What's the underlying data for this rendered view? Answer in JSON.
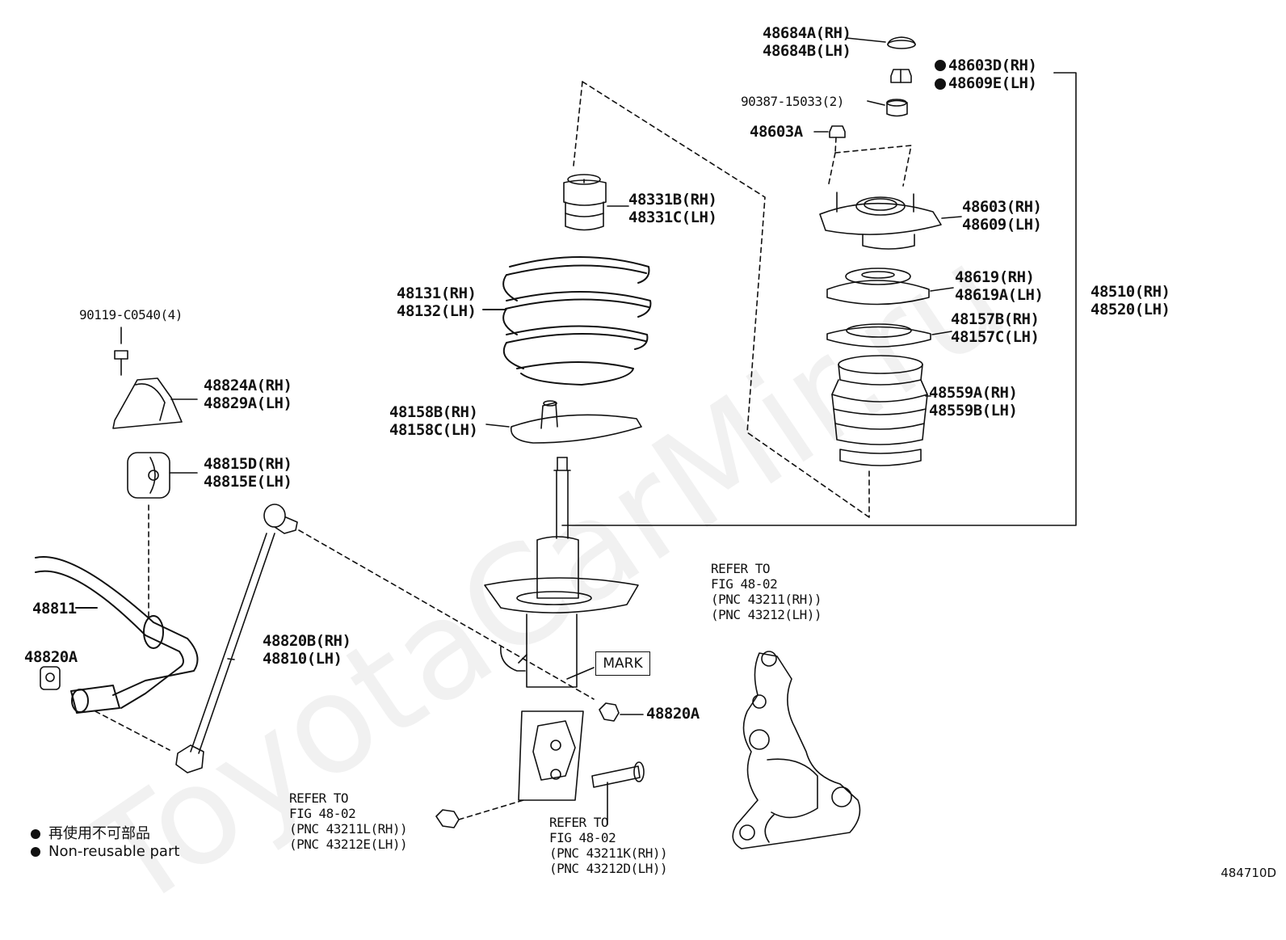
{
  "labels": {
    "p48684": [
      "48684A(RH)",
      "48684B(LH)"
    ],
    "p48603d": [
      "48603D(RH)",
      "48609E(LH)"
    ],
    "p90387": "90387-15033(2)",
    "p48603a": "48603A",
    "p48331": [
      "48331B(RH)",
      "48331C(LH)"
    ],
    "p48603": [
      "48603(RH)",
      "48609(LH)"
    ],
    "p48619": [
      "48619(RH)",
      "48619A(LH)"
    ],
    "p48510": [
      "48510(RH)",
      "48520(LH)"
    ],
    "p48131": [
      "48131(RH)",
      "48132(LH)"
    ],
    "p48157": [
      "48157B(RH)",
      "48157C(LH)"
    ],
    "p90119": "90119-C0540(4)",
    "p48824": [
      "48824A(RH)",
      "48829A(LH)"
    ],
    "p48559": [
      "48559A(RH)",
      "48559B(LH)"
    ],
    "p48158": [
      "48158B(RH)",
      "48158C(LH)"
    ],
    "p48815": [
      "48815D(RH)",
      "48815E(LH)"
    ],
    "p48811": "48811",
    "p48820b": [
      "48820B(RH)",
      "48810(LH)"
    ],
    "p48820a_left": "48820A",
    "p48820a_right": "48820A",
    "mark": "MARK"
  },
  "refs": {
    "knuckle": [
      "REFER TO",
      "FIG 48-02",
      "(PNC 43211(RH))",
      "(PNC 43212(LH))"
    ],
    "nut": [
      "REFER TO",
      "FIG 48-02",
      "(PNC 43211L(RH))",
      "(PNC 43212E(LH))"
    ],
    "bolt": [
      "REFER TO",
      "FIG 48-02",
      "(PNC 43211K(RH))",
      "(PNC 43212D(LH))"
    ]
  },
  "legend": {
    "line1": "再使用不可部品",
    "line2": "Non-reusable part"
  },
  "watermark": "ToyotaCarMir.ru",
  "diagram_code": "484710D"
}
